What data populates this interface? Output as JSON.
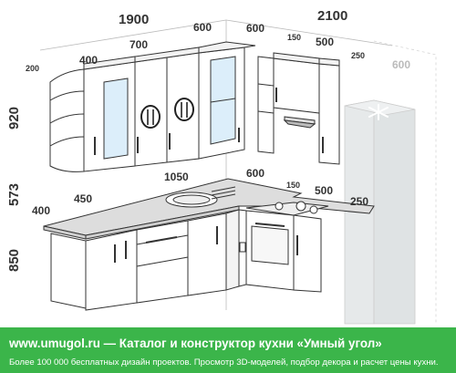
{
  "dimensions": {
    "top_left_width": "1900",
    "top_right_width": "2100",
    "upper_open_shelf": "200",
    "upper_glass_left": "400",
    "upper_double": "700",
    "upper_corner_side": "600",
    "upper_corner_front": "600",
    "upper_filler": "150",
    "upper_hood": "500",
    "upper_end": "250",
    "fridge_width": "600",
    "upper_height": "920",
    "gap_height": "573",
    "base_height": "850",
    "counter_left_end": "400",
    "counter_left": "450",
    "counter_sink": "1050",
    "counter_corner": "600",
    "counter_filler": "150",
    "counter_stove": "500",
    "counter_end": "250"
  },
  "banner": {
    "line1": "www.umugol.ru — Каталог и конструктор кухни «Умный угол»",
    "line2": "Более 100 000 бесплатных дизайн проектов. Просмотр 3D-моделей, подбор декора и расчет цены кухни."
  },
  "icons": {
    "cutlery": "fork-and-knife-icon",
    "snowflake": "snowflake-icon"
  },
  "colors": {
    "banner": "#3bb54a",
    "glass": "#dceefa",
    "countertop": "#dddddd",
    "fridge": "#e6e9ea",
    "line": "#333333"
  }
}
